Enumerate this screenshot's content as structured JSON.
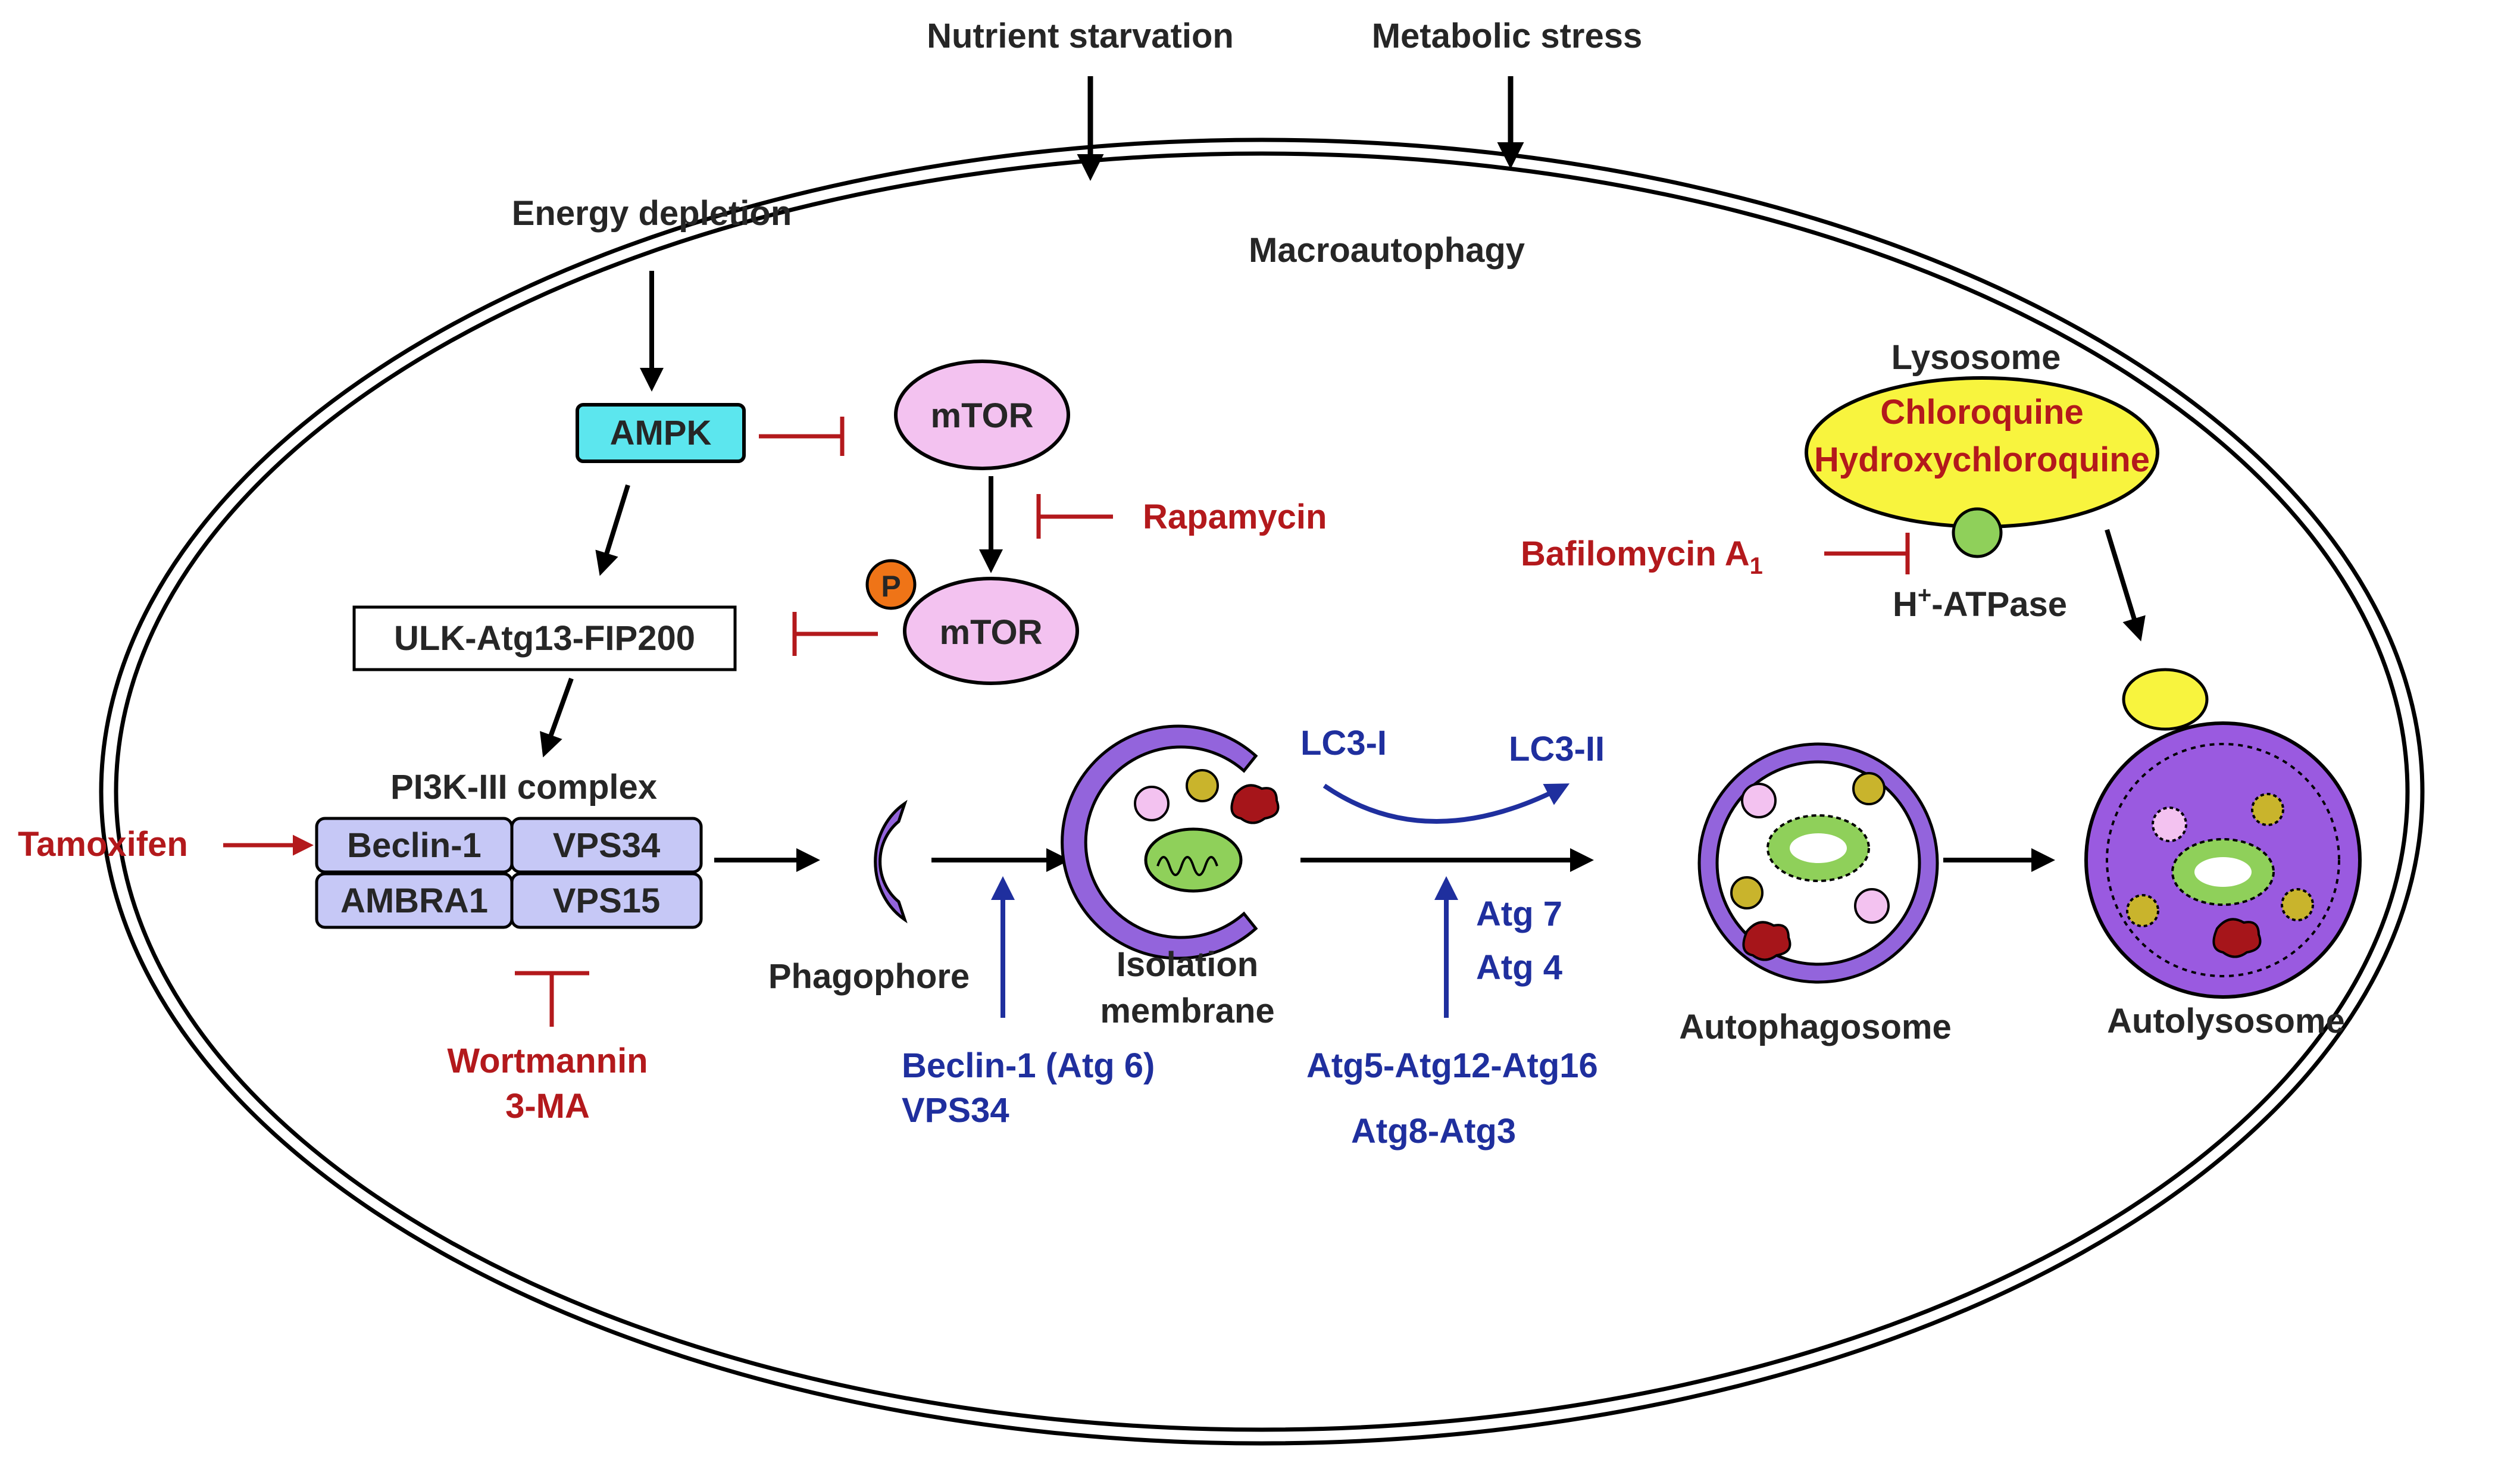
{
  "stimuli": {
    "nutrient_starvation": "Nutrient starvation",
    "metabolic_stress": "Metabolic stress",
    "energy_depletion": "Energy depletion"
  },
  "cell_title": "Macroautophagy",
  "signaling": {
    "ampk": "AMPK",
    "mtor": "mTOR",
    "mtor_p": "mTOR",
    "phospho": "P",
    "ulk_complex": "ULK-Atg13-FIP200"
  },
  "pi3k": {
    "title": "PI3K-III complex",
    "beclin1": "Beclin-1",
    "vps34": "VPS34",
    "ambra1": "AMBRA1",
    "vps15": "VPS15"
  },
  "drugs": {
    "tamoxifen": "Tamoxifen",
    "rapamycin": "Rapamycin",
    "wortmannin": "Wortmannin",
    "three_ma": "3-MA",
    "chloroquine": "Chloroquine",
    "hydroxychloroquine": "Hydroxychloroquine",
    "bafilomycin": "Bafilomycin A",
    "bafilomycin_sub": "1"
  },
  "lysosome": {
    "label": "Lysosome",
    "pump_prefix": "H",
    "pump_sup": "+",
    "pump_suffix": "-ATPase"
  },
  "stages": {
    "phagophore": "Phagophore",
    "isolation_1": "Isolation",
    "isolation_2": "membrane",
    "autophagosome": "Autophagosome",
    "autolysosome": "Autolysosome"
  },
  "factors": {
    "beclin_atg6": "Beclin-1 (Atg 6)",
    "vps34": "VPS34",
    "lc3_i": "LC3-I",
    "lc3_ii": "LC3-II",
    "atg7": "Atg 7",
    "atg4": "Atg 4",
    "atg5_12_16": "Atg5-Atg12-Atg16",
    "atg8_3": "Atg8-Atg3"
  },
  "colors": {
    "ampk_fill": "#5ce6ee",
    "mtor_fill": "#f3c2f0",
    "phospho_fill": "#ef7417",
    "pi3k_fill": "#c6c8f6",
    "membrane": "#9364dc",
    "lysosome_fill": "#f8f43e",
    "atpase_fill": "#8fd05a",
    "autolysosome_fill": "#9a5ae0",
    "inhibitor_red": "#b3191c",
    "factor_blue": "#1f2f9e"
  }
}
